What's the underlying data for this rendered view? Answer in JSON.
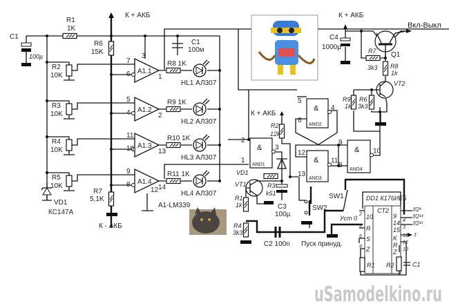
{
  "power": {
    "plus_top_left": "К + АКБ",
    "minus": "К - АКБ",
    "plus_middle": "К + АКБ",
    "plus_top_right": "К + АКБ"
  },
  "comparator": {
    "c1_left": {
      "name": "C1",
      "value": "100µ"
    },
    "r1": {
      "name": "R1",
      "value": "1K"
    },
    "r6": {
      "name": "R6",
      "value": "15K"
    },
    "c1_right": {
      "name": "C1",
      "value": "100м"
    },
    "r7": {
      "name": "R7",
      "value": "5,1K"
    },
    "vd1": {
      "name": "VD1",
      "value": "КС147А"
    },
    "chip": "A1-LM339",
    "pots": [
      {
        "name": "R2",
        "value": "10K"
      },
      {
        "name": "R3",
        "value": "10K"
      },
      {
        "name": "R4",
        "value": "10K"
      },
      {
        "name": "R5",
        "value": "10K"
      }
    ],
    "opamps": [
      {
        "name": "A1.1",
        "in_plus": "7",
        "in_minus": "6",
        "out": "1",
        "res": "R8 1K",
        "led": "HL1 АЛ307"
      },
      {
        "name": "A1.2",
        "in_plus": "5",
        "in_minus": "4",
        "out": "2",
        "res": "R9 1K",
        "led": "HL2 АЛ307"
      },
      {
        "name": "A1.3",
        "in_plus": "11",
        "in_minus": "10",
        "out": "13",
        "res": "R10 1K",
        "led": "HL3 АЛ307"
      },
      {
        "name": "A1.4",
        "in_plus": "9",
        "in_minus": "8",
        "out": "14",
        "res": "R11 1K",
        "led": "HL4 АЛ307"
      }
    ],
    "pin_vcc": "3",
    "pin_gnd": "12"
  },
  "logic": {
    "gate_symbol": "&",
    "gates": [
      {
        "name": "AND1",
        "pins": [
          "2",
          "1",
          "3"
        ]
      },
      {
        "name": "AND2",
        "pins": [
          "5",
          "6",
          "4"
        ]
      },
      {
        "name": "AND3",
        "pins": [
          "12",
          "13",
          "11"
        ]
      },
      {
        "name": "AND4",
        "pins": [
          "9",
          "8",
          "10"
        ]
      }
    ],
    "r2": {
      "name": "R2",
      "value": "12k"
    },
    "vd1": "VD1",
    "vt1": "VT1",
    "r3": {
      "name": "R3",
      "value": "k51"
    },
    "c3": {
      "name": "C3",
      "value": "100µ"
    },
    "r1": {
      "name": "R1",
      "value": "1k"
    },
    "r4": {
      "name": "R4",
      "value": "3k3"
    },
    "c2": "C2 100n",
    "sw1": "SW1",
    "sw2": "SW2",
    "force_start": "Пуск принуд."
  },
  "output": {
    "c4": {
      "name": "C4",
      "value": "1000µ"
    },
    "q1": "Q1",
    "on_off": "Вкл-Выкл",
    "r7": {
      "name": "R7",
      "value": "3k3"
    },
    "r8": {
      "name": "R8",
      "value": "1k"
    },
    "vt2": "VT2",
    "r9": {
      "name": "R9",
      "value": "1k"
    },
    "r6": {
      "name": "R6",
      "value": "3k3"
    }
  },
  "counter": {
    "title": "DD1 К176ИЕ5",
    "type": "CT2",
    "left_pins": [
      {
        "num": "2",
        "label": "10"
      },
      {
        "num": "3",
        "label": "R"
      },
      {
        "num": "6",
        "label": "S"
      },
      {
        "num": "9",
        "label": "Z"
      }
    ],
    "right_pins": [
      {
        "num": "1",
        "label": "9"
      },
      {
        "num": "4",
        "label": "14"
      },
      {
        "num": "3",
        "label": "15"
      },
      {
        "num": "11",
        "label": "K"
      },
      {
        "num": "12",
        "label": "R"
      },
      {
        "num": "10",
        "label": "Z"
      }
    ],
    "outputs": [
      "f/2⁹",
      "f/2¹⁴",
      "f/2¹⁵",
      "f"
    ],
    "reset": "Уст 0",
    "r1": "R1",
    "r2": "R2",
    "c1": "C1"
  },
  "watermark": "uSamodelkino.ru"
}
